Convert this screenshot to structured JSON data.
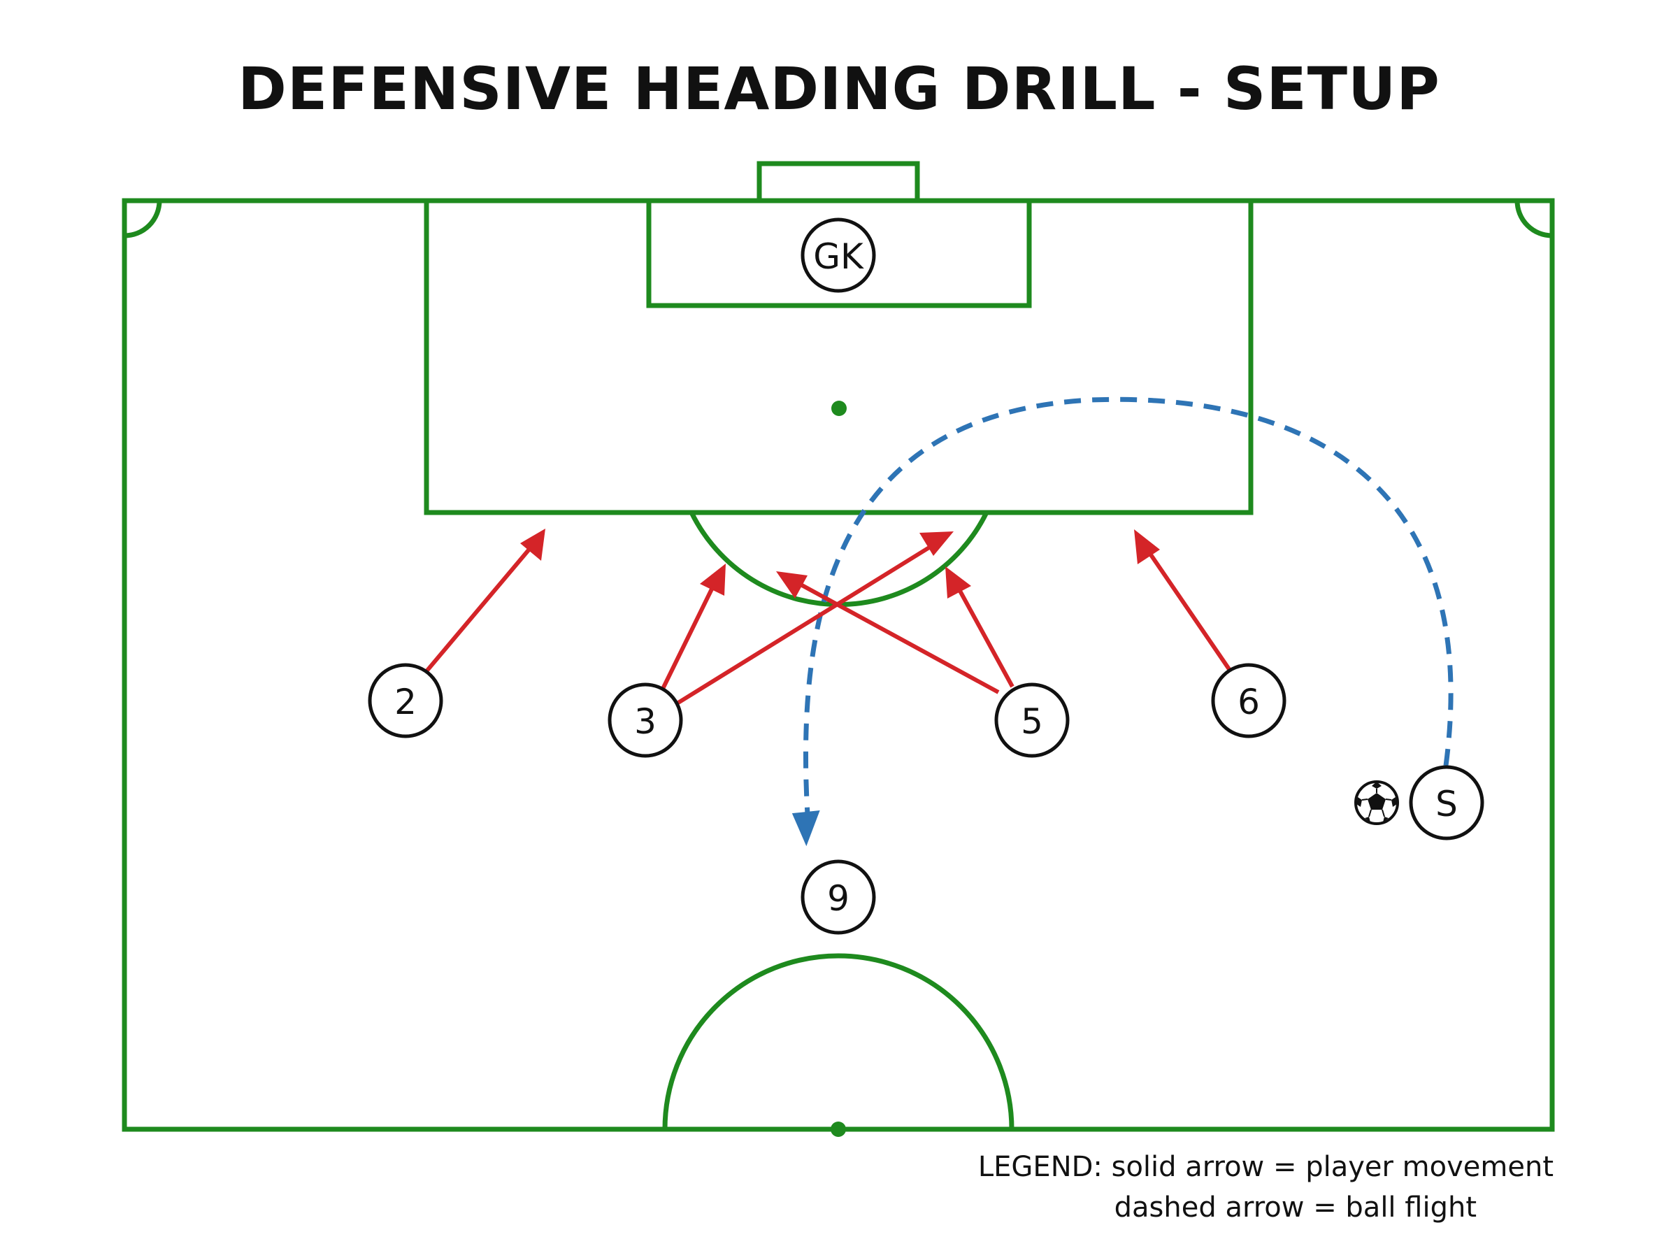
{
  "title": "DEFENSIVE HEADING DRILL - SETUP",
  "colors": {
    "pitch_lines": "#1e8a1e",
    "player_movement": "#d42428",
    "ball_flight": "#2e74b5",
    "player_outline": "#111111"
  },
  "players": [
    {
      "id": "gk",
      "label": "GK"
    },
    {
      "id": "p2",
      "label": "2"
    },
    {
      "id": "p3",
      "label": "3"
    },
    {
      "id": "p5",
      "label": "5"
    },
    {
      "id": "p6",
      "label": "6"
    },
    {
      "id": "p9",
      "label": "9"
    },
    {
      "id": "server",
      "label": "S"
    }
  ],
  "ball_icon": "soccer-ball-icon",
  "legend": {
    "line1": "LEGEND: solid arrow = player movement",
    "line2": "dashed arrow = ball flight"
  }
}
